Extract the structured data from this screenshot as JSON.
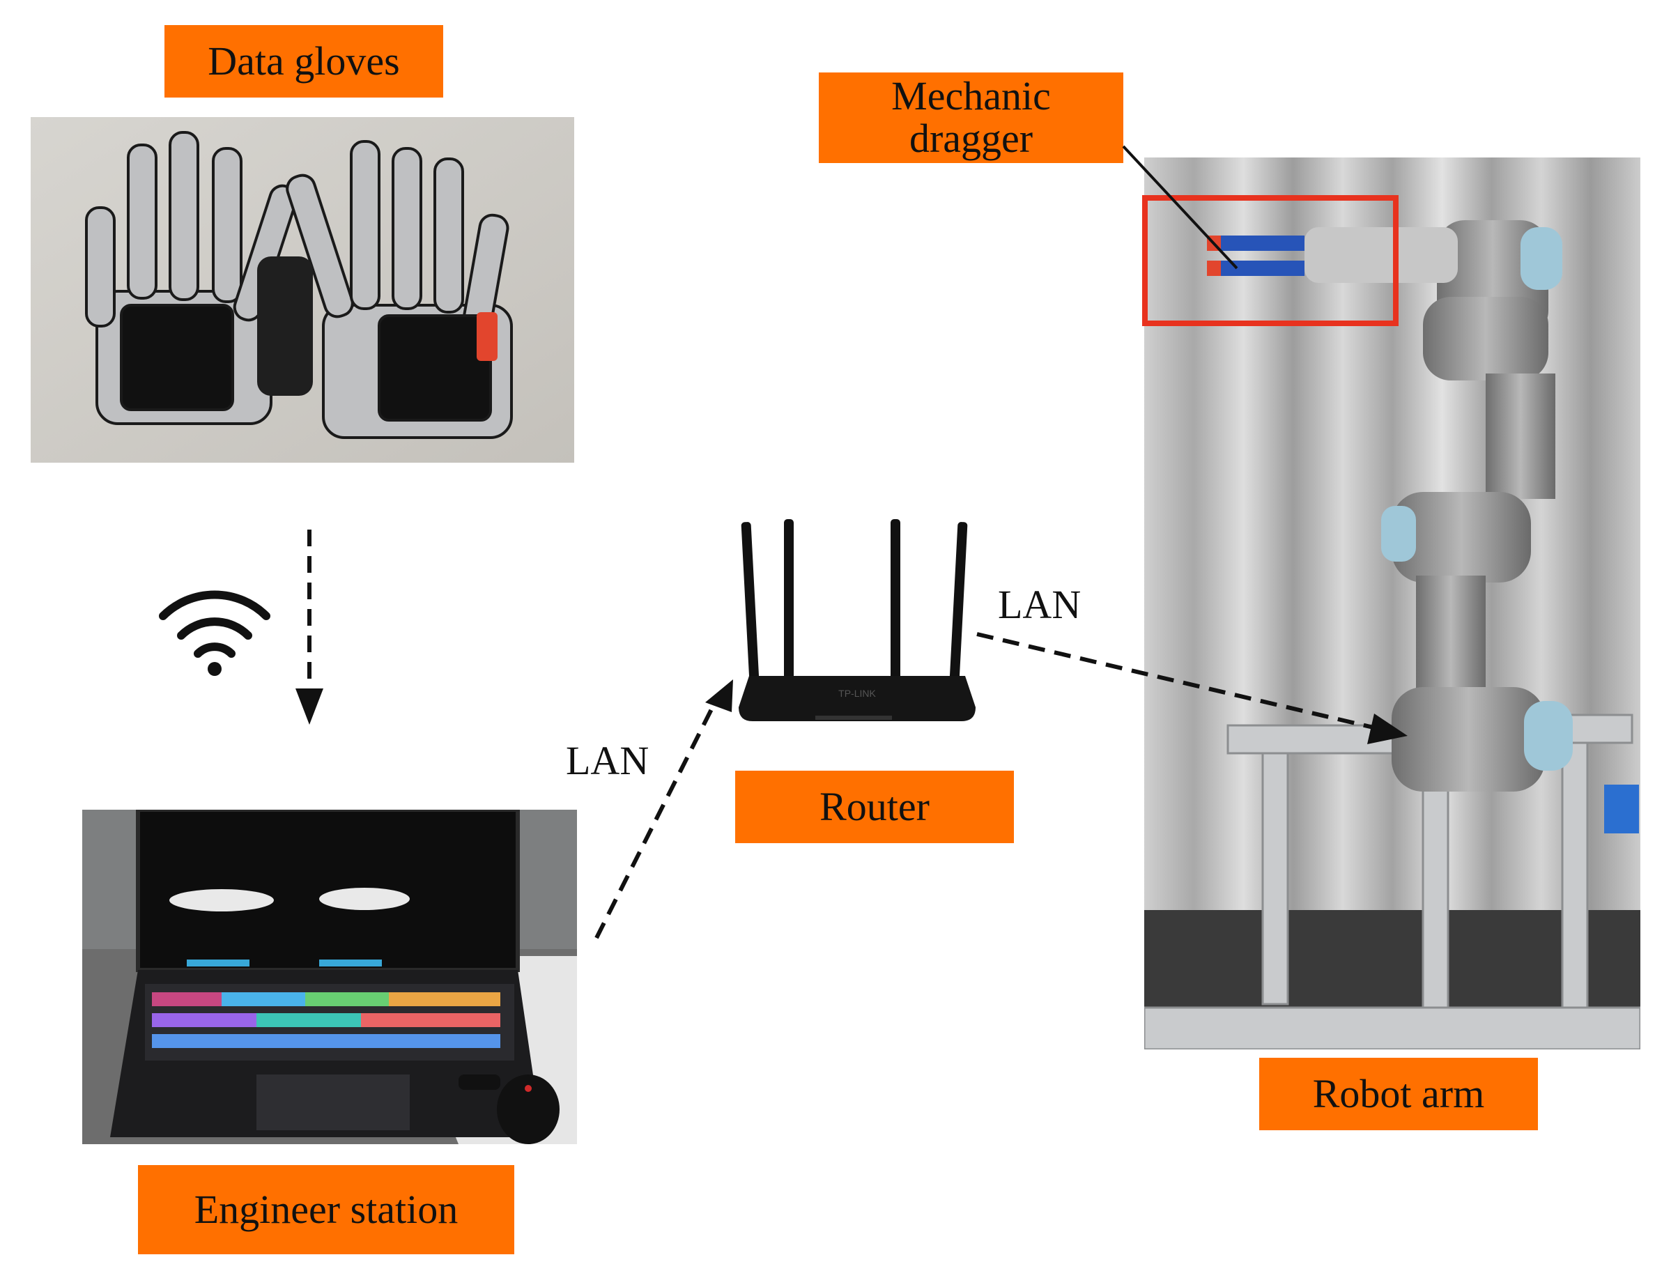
{
  "labels": {
    "data_gloves": "Data gloves",
    "mechanic_dragger": "Mechanic dragger",
    "router": "Router",
    "robot_arm": "Robot arm",
    "engineer_station": "Engineer station",
    "lan_left": "LAN",
    "lan_right": "LAN"
  },
  "icons": {
    "wifi": "wifi-icon",
    "arrow": "dashed-arrow"
  },
  "colors": {
    "label_bg": "#FF7000",
    "highlight": "#E8321E",
    "text": "#111111"
  }
}
